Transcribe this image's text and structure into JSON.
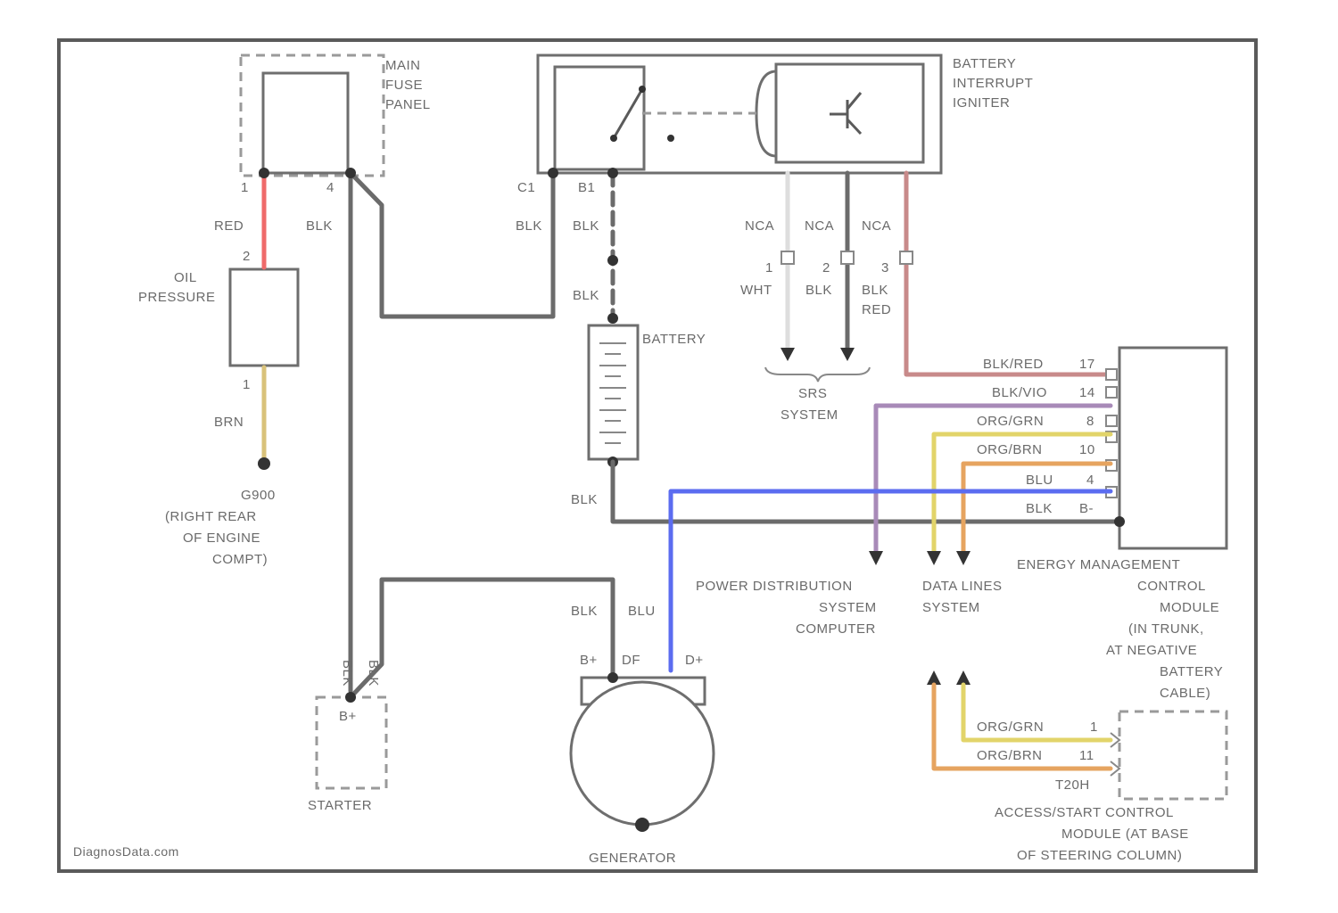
{
  "components": {
    "main_fuse_panel": [
      "MAIN",
      "FUSE",
      "PANEL"
    ],
    "battery_interrupt_igniter": [
      "BATTERY",
      "INTERRUPT",
      "IGNITER"
    ],
    "oil_pressure": [
      "OIL",
      "PRESSURE"
    ],
    "battery": "BATTERY",
    "srs_system": [
      "SRS",
      "SYSTEM"
    ],
    "ground": [
      "G900",
      "(RIGHT REAR",
      "OF ENGINE",
      "COMPT)"
    ],
    "power_distribution": [
      "POWER DISTRIBUTION",
      "SYSTEM",
      "COMPUTER"
    ],
    "data_lines": [
      "DATA LINES",
      "SYSTEM"
    ],
    "energy_management": [
      "ENERGY MANAGEMENT",
      "CONTROL",
      "MODULE",
      "(IN TRUNK,",
      "AT NEGATIVE",
      "BATTERY",
      "CABLE)"
    ],
    "starter": "STARTER",
    "generator": "GENERATOR",
    "access_start": [
      "ACCESS/START CONTROL",
      "MODULE (AT BASE",
      "OF STEERING COLUMN)"
    ]
  },
  "pins": {
    "fuse_1": "1",
    "fuse_4": "4",
    "oil_2": "2",
    "oil_1": "1",
    "igniter_c1": "C1",
    "igniter_b1": "B1",
    "srs_1": "1",
    "srs_2": "2",
    "srs_3": "3",
    "ems_17": "17",
    "ems_14": "14",
    "ems_8": "8",
    "ems_10": "10",
    "ems_4": "4",
    "ems_b": "B-",
    "starter_b": "B+",
    "gen_b": "B+",
    "gen_df": "DF",
    "gen_d": "D+",
    "acc_1": "1",
    "acc_11": "11",
    "acc_conn": "T20H"
  },
  "wire_labels": {
    "red": "RED",
    "blk": "BLK",
    "brn": "BRN",
    "nca": "NCA",
    "wht": "WHT",
    "blk_red": "BLK/RED",
    "blk_vio": "BLK/VIO",
    "org_grn": "ORG/GRN",
    "org_brn": "ORG/BRN",
    "blu": "BLU",
    "vert_blk": "BLK",
    "vert_blk2": "BLK"
  },
  "watermark": "DiagnosData.com",
  "colors": {
    "red": "#ef6a6a",
    "black": "#6b6b6b",
    "brown": "#d9c27a",
    "white": "#dedede",
    "black_red": "#c88a8a",
    "black_violet": "#a88ab8",
    "org_grn": "#e2d46a",
    "org_brn": "#e6a460",
    "blue": "#5b6cf0"
  }
}
